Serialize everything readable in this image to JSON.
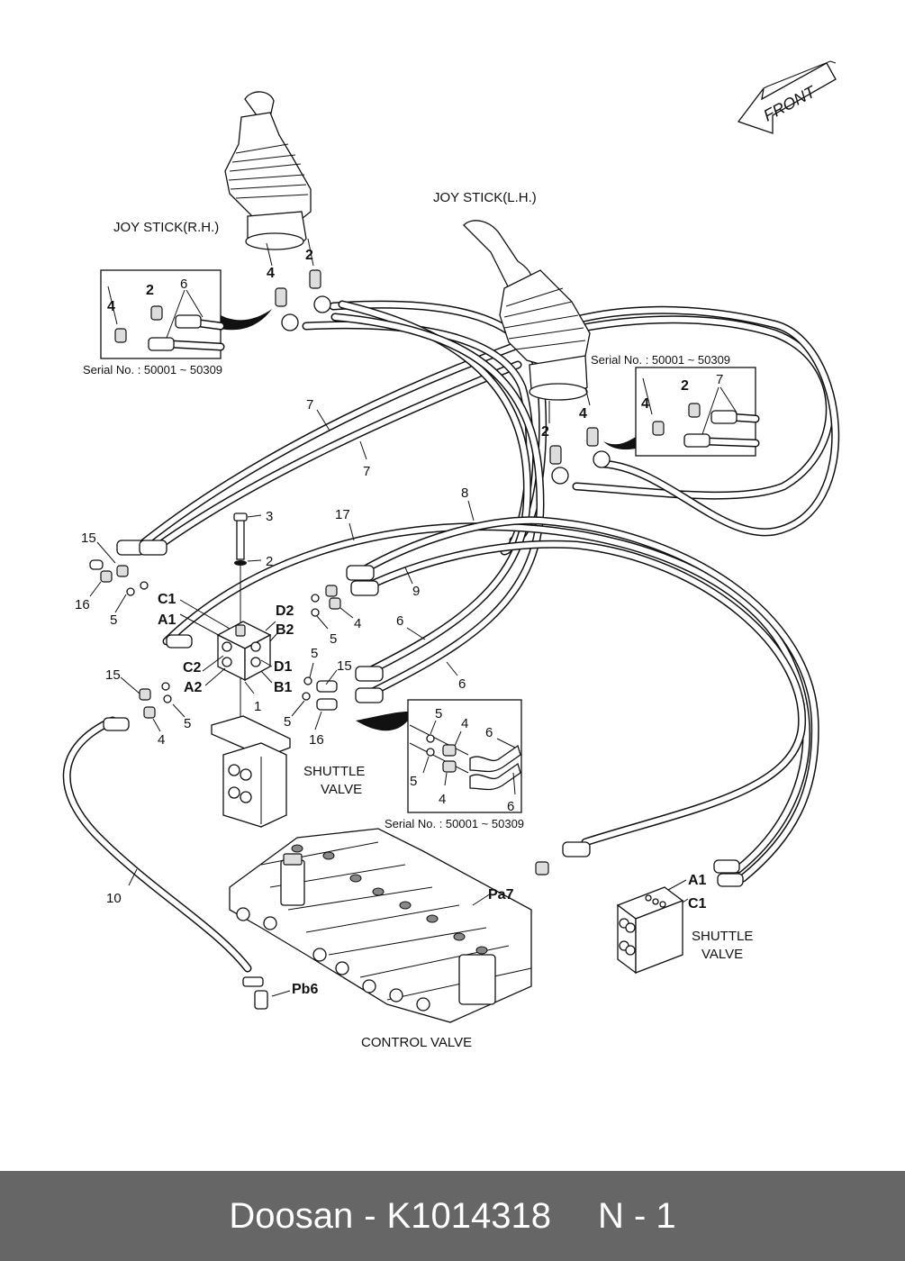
{
  "diagram": {
    "direction_arrow": "FRONT",
    "components": {
      "joystick_rh": "JOY STICK(R.H.)",
      "joystick_lh": "JOY STICK(L.H.)",
      "shuttle_valve_main_line1": "SHUTTLE",
      "shuttle_valve_main_line2": "VALVE",
      "shuttle_valve_right_line1": "SHUTTLE",
      "shuttle_valve_right_line2": "VALVE",
      "control_valve": "CONTROL VALVE"
    },
    "serial_notes": {
      "rh_inset": "Serial No.  : 50001 ~ 50309",
      "lh_inset": "Serial No.  : 50001 ~ 50309",
      "valve_inset": "Serial No.  : 50001 ~ 50309"
    },
    "port_labels": {
      "A1": "A1",
      "A2": "A2",
      "B1": "B1",
      "B2": "B2",
      "C1": "C1",
      "C2": "C2",
      "D1": "D1",
      "D2": "D2",
      "Pa7": "Pa7",
      "Pb6": "Pb6",
      "right_A1": "A1",
      "right_C1": "C1"
    },
    "callouts": {
      "rh_2": "2",
      "rh_4": "4",
      "rh_inset_2": "2",
      "rh_inset_4": "4",
      "rh_inset_6": "6",
      "lh_2": "2",
      "lh_4": "4",
      "lh_inset_2": "2",
      "lh_inset_4": "4",
      "lh_inset_7": "7",
      "hose_7a": "7",
      "hose_7b": "7",
      "hose_8": "8",
      "hose_17": "17",
      "hose_9": "9",
      "hose_6a": "6",
      "hose_6b": "6",
      "hose_10": "10",
      "bolt_3": "3",
      "washer_2": "2",
      "block_1": "1",
      "left_15a": "15",
      "left_16": "16",
      "left_5a": "5",
      "left_15b": "15",
      "left_5b": "5",
      "left_4": "4",
      "right_4": "4",
      "right_5a": "5",
      "right_5b": "5",
      "right_5c": "5",
      "right_15": "15",
      "right_16": "16",
      "vinset_5a": "5",
      "vinset_5b": "5",
      "vinset_4a": "4",
      "vinset_4b": "4",
      "vinset_6a": "6",
      "vinset_6b": "6"
    }
  },
  "footer": {
    "brand": "Doosan",
    "separator": "-",
    "part_number": "K1014318",
    "page_ref": "N - 1"
  }
}
